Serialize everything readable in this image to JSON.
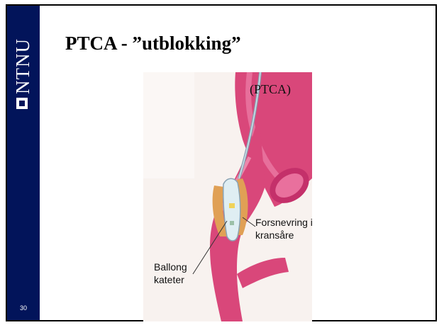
{
  "logo": {
    "text": "NTNU"
  },
  "slide": {
    "number": "30",
    "title": "PTCA - ”utblokking”"
  },
  "figure": {
    "heading": "(PTCA)",
    "label_stenosis_line1": "Forsnevring i",
    "label_stenosis_line2": "kransåre",
    "label_balloon_line1": "Ballong",
    "label_balloon_line2": "kateter"
  }
}
